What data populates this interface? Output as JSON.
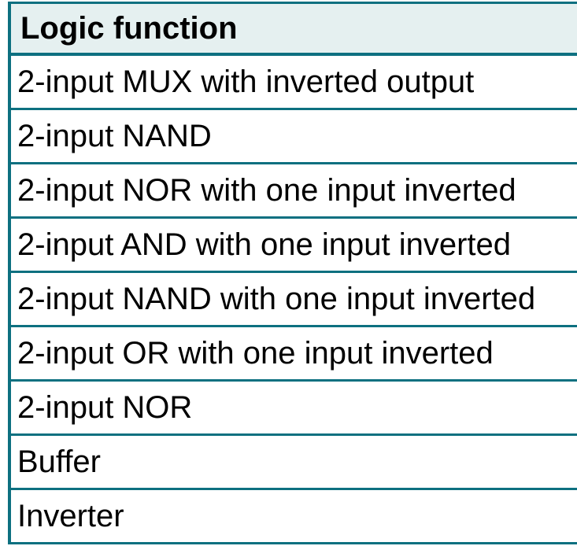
{
  "table": {
    "header": "Logic function",
    "rows": [
      "2-input MUX with inverted output",
      "2-input NAND",
      "2-input NOR with one input inverted",
      "2-input AND with one input inverted",
      "2-input NAND with one input inverted",
      "2-input OR with one input inverted",
      "2-input NOR",
      "Buffer",
      "Inverter"
    ],
    "colors": {
      "border": "#0d7080",
      "header_background": "#e5f0f0",
      "row_background": "#ffffff",
      "text": "#000000"
    }
  }
}
